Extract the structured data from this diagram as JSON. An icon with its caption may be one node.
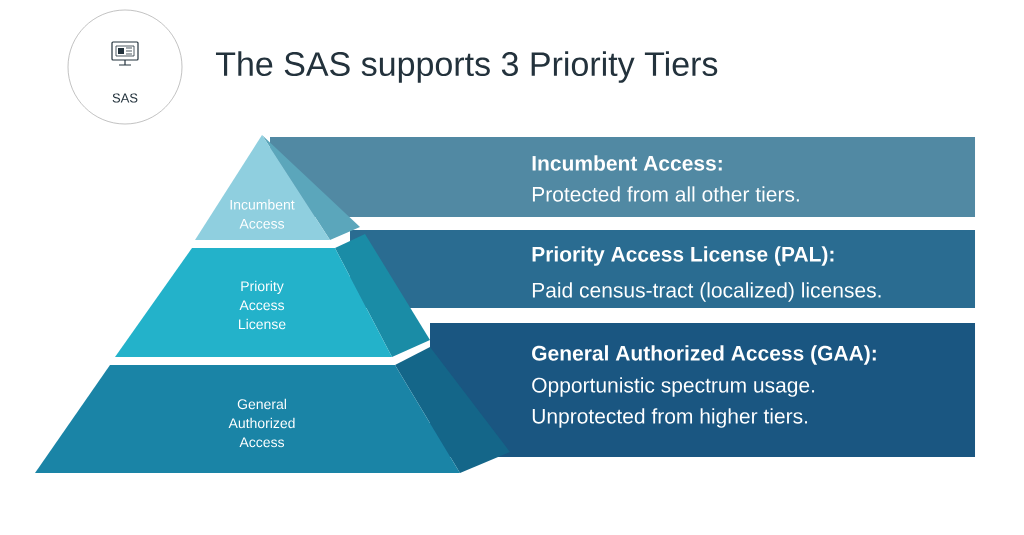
{
  "diagram": {
    "title": "The SAS supports 3 Priority Tiers",
    "nodes": [
      {
        "text": [
          "SAS"
        ]
      },
      {
        "text": [
          "Incumbent Access"
        ]
      },
      {
        "text": [
          "Priority Access License"
        ]
      },
      {
        "text": [
          "General Authorized Access"
        ]
      },
      {
        "text": [
          "Incumbent Access:",
          "Protected from all other tiers."
        ]
      },
      {
        "text": [
          "Priority Access License (PAL):",
          "Paid census-tract (localized) licenses."
        ]
      },
      {
        "text": [
          "General Authorized Access (GAA):",
          "Opportunistic spectrum usage.",
          "Unprotected from higher tiers."
        ]
      }
    ],
    "edges": []
  }
}
